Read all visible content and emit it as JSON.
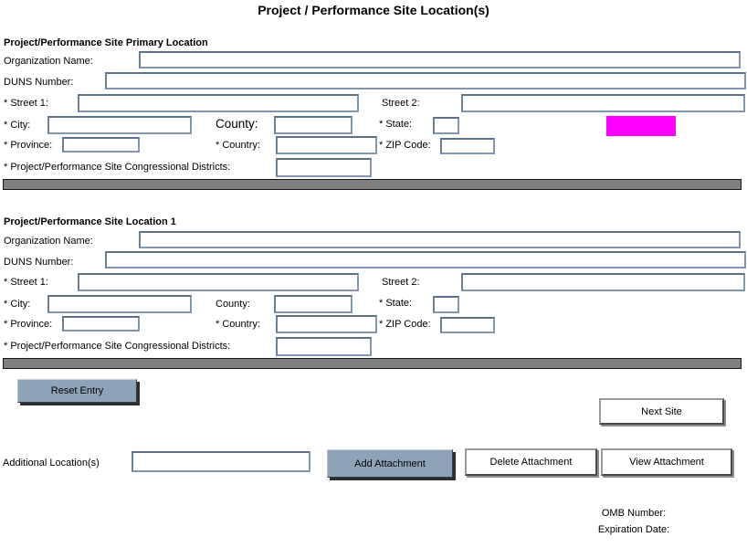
{
  "title": "Project / Performance Site Location(s)",
  "sections": [
    {
      "header": "Project/Performance Site Primary Location",
      "labels": {
        "organization_name": "Organization Name:",
        "duns_number": "DUNS Number:",
        "street1": "* Street 1:",
        "street2": "Street 2:",
        "city": "* City:",
        "county": "County:",
        "state": "* State:",
        "province": "* Province:",
        "country": "* Country:",
        "zip": "* ZIP Code:",
        "congressional": "* Project/Performance Site Congressional Districts:"
      },
      "values": {
        "organization_name": "",
        "duns_number": "",
        "street1": "",
        "street2": "",
        "city": "",
        "county": "",
        "state": "",
        "province": "",
        "country": "",
        "zip": "",
        "congressional": ""
      }
    },
    {
      "header": "Project/Performance Site Location 1",
      "labels": {
        "organization_name": "Organization Name:",
        "duns_number": "DUNS Number:",
        "street1": "* Street 1:",
        "street2": "Street 2:",
        "city": "* City:",
        "county": "County:",
        "state": "* State:",
        "province": "* Province:",
        "country": "* Country:",
        "zip": "* ZIP Code:",
        "congressional": "* Project/Performance Site Congressional Districts:"
      },
      "values": {
        "organization_name": "",
        "duns_number": "",
        "street1": "",
        "street2": "",
        "city": "",
        "county": "",
        "state": "",
        "province": "",
        "country": "",
        "zip": "",
        "congressional": ""
      }
    }
  ],
  "buttons": {
    "reset_entry": "Reset Entry",
    "next_site": "Next Site",
    "add_attachment": "Add Attachment",
    "delete_attachment": "Delete Attachment",
    "view_attachment": "View Attachment"
  },
  "additional_locations_label": "Additional Location(s)",
  "additional_locations_value": "",
  "footer": {
    "omb_number": "OMB Number:",
    "expiration_date": "Expiration Date:"
  },
  "colors": {
    "highlight": "#ff00ff",
    "button_gray": "#8fa3b8",
    "separator": "#7f7f7f"
  }
}
